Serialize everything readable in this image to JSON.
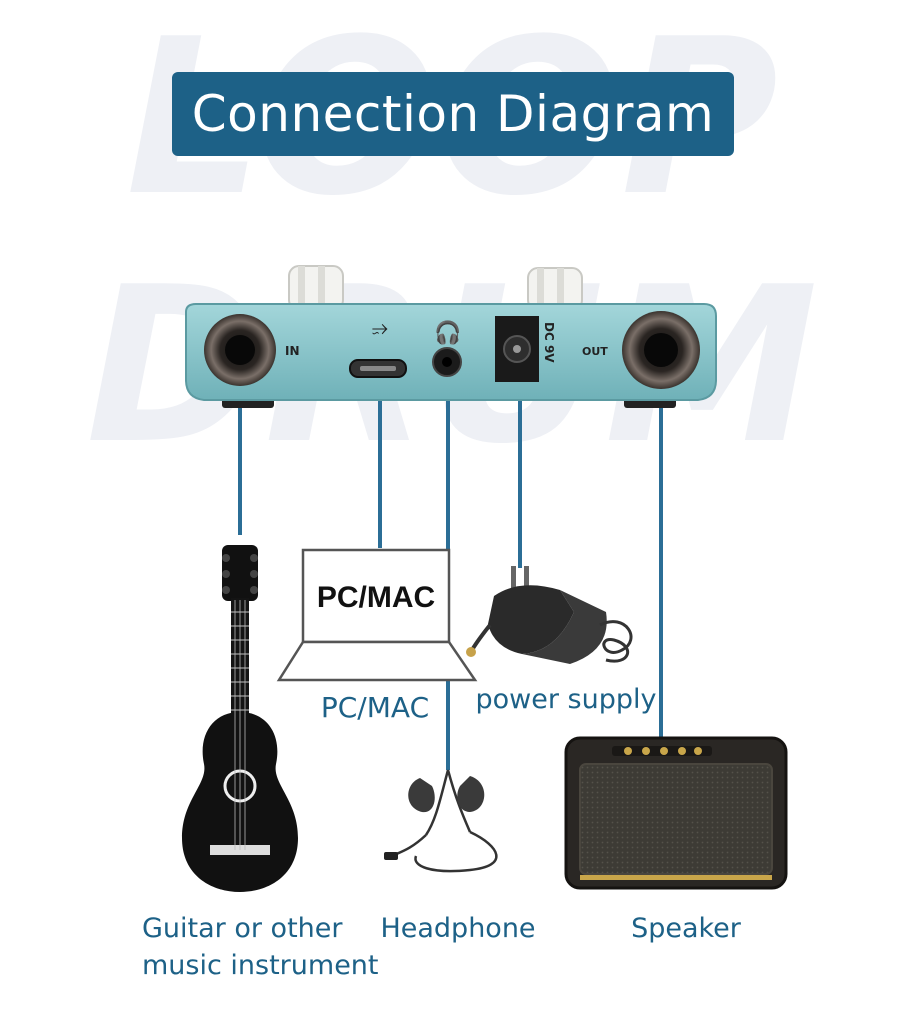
{
  "title": "Connection Diagram",
  "watermark": {
    "line1": "LOOP",
    "line2": "DRUM"
  },
  "pedal": {
    "jack_in": "IN",
    "jack_out": "OUT",
    "dc_label": "DC 9V",
    "usb_icon": "usb-icon",
    "headphone_icon": "headphone-jack-icon"
  },
  "devices": {
    "laptop_screen": "PC/MAC",
    "pc_label": "PC/MAC",
    "power_label": "power supply",
    "headphone_label": "Headphone",
    "speaker_label": "Speaker",
    "guitar_label_line1": "Guitar or other",
    "guitar_label_line2": "music instrument"
  },
  "colors": {
    "banner": "#1d6187",
    "label_text": "#1d6187",
    "cable": "#2b6e96",
    "pedal_body": "#86c3c9",
    "watermark": "#eef0f5"
  }
}
